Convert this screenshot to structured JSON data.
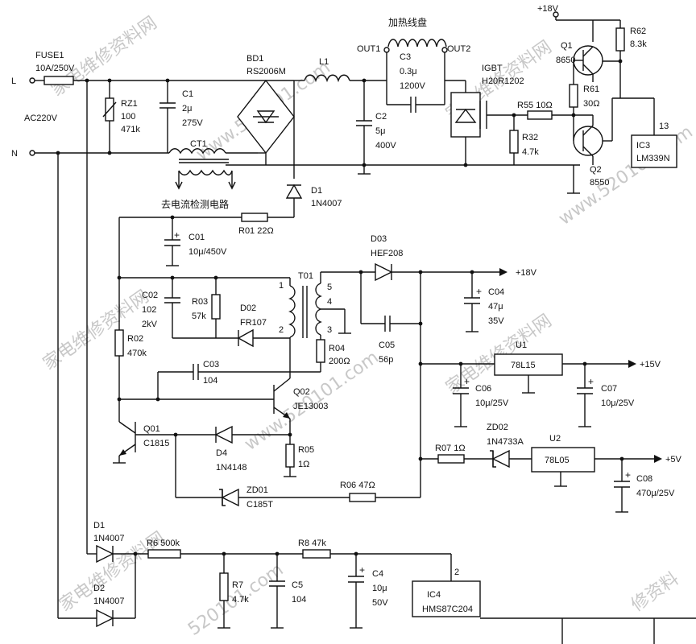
{
  "watermarks": [
    "家电维修资料网",
    "www.520101.com",
    "家电维修资料网",
    "家电维修资料网",
    "www.520101.com",
    "家电维修资料网",
    "家电维修资料网",
    "520101.com",
    "修资料"
  ],
  "labels": {
    "fuse_name": "FUSE1",
    "fuse_val": "10A/250V",
    "L": "L",
    "N": "N",
    "ac": "AC220V",
    "rz1_name": "RZ1",
    "rz1_v1": "100",
    "rz1_v2": "471k",
    "c1_name": "C1",
    "c1_v1": "2μ",
    "c1_v2": "275V",
    "bd1_name": "BD1",
    "bd1_val": "RS2006M",
    "ct1": "CT1",
    "ct_note": "去电流检测电路",
    "l1": "L1",
    "coil": "加热线盘",
    "out1": "OUT1",
    "out2": "OUT2",
    "c3_name": "C3",
    "c3_v1": "0.3μ",
    "c3_v2": "1200V",
    "c2_name": "C2",
    "c2_v1": "5μ",
    "c2_v2": "400V",
    "igbt_name": "IGBT",
    "igbt_val": "H20R1202",
    "r55": "R55  10Ω",
    "r32_name": "R32",
    "r32_val": "4.7k",
    "plus18_top": "+18V",
    "r62_name": "R62",
    "r62_val": "8.3k",
    "q1_name": "Q1",
    "q1_val": "8650",
    "r61_name": "R61",
    "r61_val": "30Ω",
    "pin13": "13",
    "ic3_name": "IC3",
    "ic3_val": "LM339N",
    "q2_name": "Q2",
    "q2_val": "8550",
    "d1_name": "D1",
    "d1_val": "1N4007",
    "r01": "R01  22Ω",
    "c01_name": "C01",
    "c01_val": "10μ/450V",
    "t01": "T01",
    "p1": "1",
    "p2": "2",
    "p3": "3",
    "p4": "4",
    "p5": "5",
    "d03_name": "D03",
    "d03_val": "HEF208",
    "plus18": "+18V",
    "c04_name": "C04",
    "c04_v1": "47μ",
    "c04_v2": "35V",
    "c02_name": "C02",
    "c02_v1": "102",
    "c02_v2": "2kV",
    "r03_name": "R03",
    "r03_val": "57k",
    "d02_name": "D02",
    "d02_val": "FR107",
    "r02_name": "R02",
    "r02_val": "470k",
    "r04_name": "R04",
    "r04_val": "200Ω",
    "c05_name": "C05",
    "c05_val": "56p",
    "c03_name": "C03",
    "c03_val": "104",
    "u1_title": "U1",
    "u1_val": "78L15",
    "plus15": "+15V",
    "q02_name": "Q02",
    "q02_val": "JE13003",
    "c06_name": "C06",
    "c06_val": "10μ/25V",
    "c07_name": "C07",
    "c07_val": "10μ/25V",
    "q01_name": "Q01",
    "q01_val": "C1815",
    "d4_name": "D4",
    "d4_val": "1N4148",
    "r05_name": "R05",
    "r05_val": "1Ω",
    "zd02_name": "ZD02",
    "zd02_val": "1N4733A",
    "r07": "R07  1Ω",
    "u2_title": "U2",
    "u2_val": "78L05",
    "plus5": "+5V",
    "c08_name": "C08",
    "c08_val": "470μ/25V",
    "zd01_name": "ZD01",
    "zd01_val": "C185T",
    "r06": "R06  47Ω",
    "d1b_name": "D1",
    "d1b_val": "1N4007",
    "r6": "R6  500k",
    "r8": "R8  47k",
    "d2_name": "D2",
    "d2_val": "1N4007",
    "r7_name": "R7",
    "r7_val": "4.7k",
    "c5_name": "C5",
    "c5_val": "104",
    "c4_name": "C4",
    "c4_v1": "10μ",
    "c4_v2": "50V",
    "pin2": "2",
    "ic4_name": "IC4",
    "ic4_val": "HMS87C204"
  }
}
